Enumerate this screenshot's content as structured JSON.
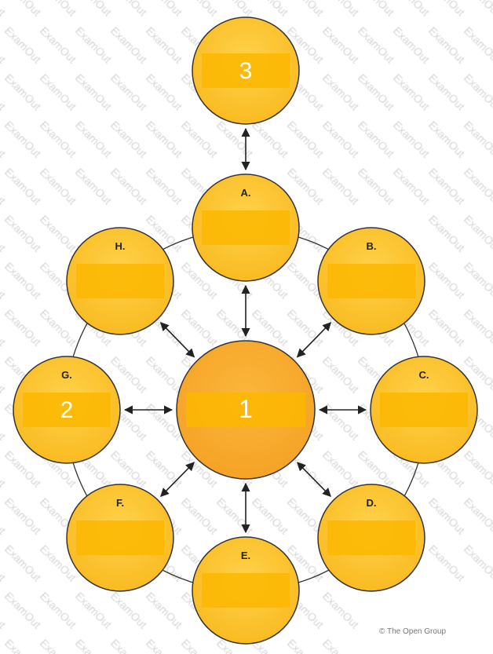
{
  "diagram": {
    "center": {
      "id": "center",
      "number": "1",
      "fill": "#f8ae2e"
    },
    "top": {
      "id": "top",
      "number": "3"
    },
    "phases": [
      {
        "id": "A",
        "label": "A.",
        "number": ""
      },
      {
        "id": "B",
        "label": "B.",
        "number": ""
      },
      {
        "id": "C",
        "label": "C.",
        "number": ""
      },
      {
        "id": "D",
        "label": "D.",
        "number": ""
      },
      {
        "id": "E",
        "label": "E.",
        "number": ""
      },
      {
        "id": "F",
        "label": "F.",
        "number": ""
      },
      {
        "id": "G",
        "label": "G.",
        "number": "2"
      },
      {
        "id": "H",
        "label": "H.",
        "number": ""
      }
    ],
    "colors": {
      "phase_fill": "#fdc22f",
      "band": "#fbb700",
      "stroke": "#333333"
    }
  },
  "watermark": "ExamOut",
  "copyright": "© The Open Group"
}
